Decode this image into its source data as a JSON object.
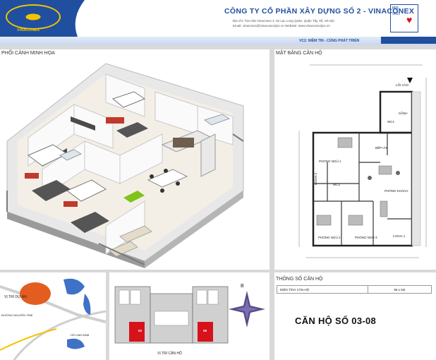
{
  "header": {
    "logo_text": "VINACONEX",
    "company": "CÔNG TY CỔ PHẦN XÂY DỰNG SỐ 2 - VINACONEX",
    "address": "Địa chỉ: Tòa nhà Vinaconex 2, 52 Lạc Long Quân, Quận Tây Hồ, Hà Nội",
    "email": "Email: vinaconex@vinaconex2jsc.vn     Website: www.vinaconex2jsc.vn",
    "iso_label": "ISO",
    "iso_num": "9001"
  },
  "slogan": "VC2: NIỀM TIN - CÙNG PHÁT TRIỂN",
  "render": {
    "title": "PHỐI CẢNH MINH HỌA"
  },
  "plan": {
    "title": "MẶT BẰNG CĂN HỘ",
    "entry": "LỐI VÀO",
    "rooms": {
      "sanh": "SẢNH",
      "wc1": "WC1",
      "bep_an": "BẾP+ĂN",
      "phong_ngu_1": "PHÒNG NGỦ 1",
      "logia_2": "LOGIA 2",
      "wc2": "WC2",
      "phong_khach": "PHÒNG KHÁCH",
      "phong_ngu_2": "PHÒNG NGỦ 2",
      "phong_ngu_3": "PHÒNG NGỦ 3",
      "logia_1": "LOGIA 1"
    }
  },
  "map": {
    "vi_tri_du_an": "VỊ TRÍ DỰ ÁN",
    "road1": "ĐƯỜNG NGUYỄN TRÃI",
    "lake": "HỒ LINH ĐÀM"
  },
  "location": {
    "title": "VỊ TRÍ CĂN HỘ",
    "compass": "B",
    "unit_a": "03",
    "unit_b": "08"
  },
  "spec": {
    "title": "THÔNG SỐ CĂN HỘ",
    "area_label": "DIỆN TÍCH CĂN HỘ",
    "area_value": "96.1 M2",
    "apartment": "CĂN HỘ SỐ 03-08"
  },
  "colors": {
    "brand_blue": "#1f4f9e",
    "gold": "#f5c400",
    "panel_gray": "#d9d9d9",
    "highlight_red": "#d6121b"
  }
}
